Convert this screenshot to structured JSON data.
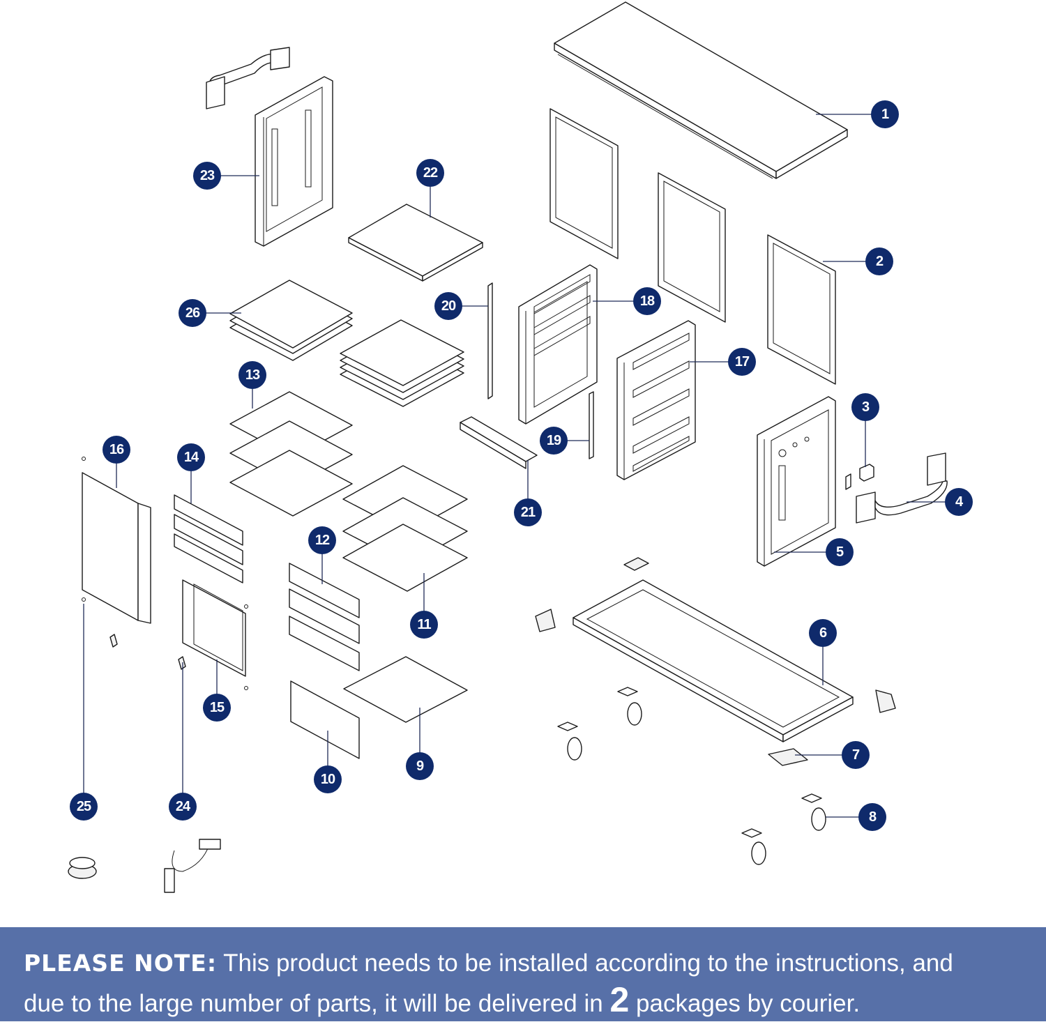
{
  "colors": {
    "badge": "#0f2a6b",
    "banner": "#5770a8",
    "banner_text": "#ffffff"
  },
  "callouts": [
    "1",
    "2",
    "3",
    "4",
    "5",
    "6",
    "7",
    "8",
    "9",
    "10",
    "11",
    "12",
    "13",
    "14",
    "15",
    "16",
    "17",
    "18",
    "19",
    "20",
    "21",
    "22",
    "23",
    "24",
    "25",
    "26"
  ],
  "note": {
    "lead": "PLEASE NOTE:",
    "text1": "This product needs to be installed according to the instructions, and",
    "text2": "due to the large number of parts, it will be delivered in",
    "packages": "2",
    "text3": "packages by courier."
  }
}
